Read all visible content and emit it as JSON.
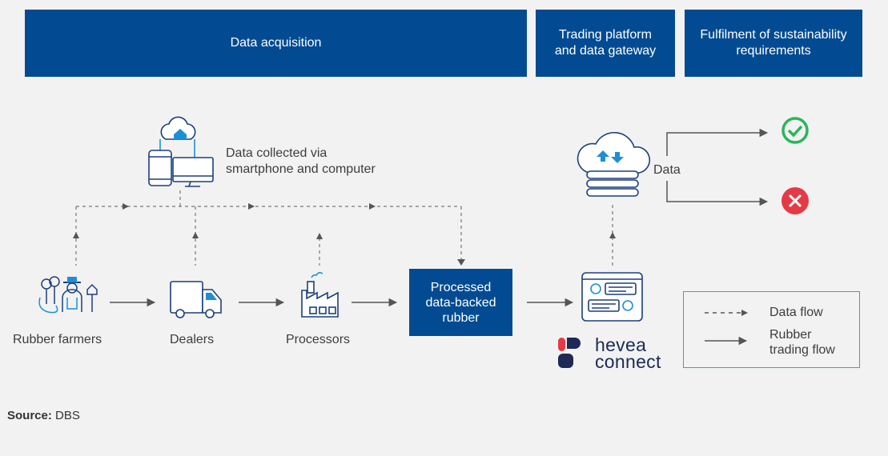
{
  "headers": {
    "acquisition": "Data acquisition",
    "platform": "Trading platform\nand data gateway",
    "sustainability": "Fulfilment of sustainability\nrequirements"
  },
  "collection_note": "Data collected via\nsmartphone and computer",
  "nodes": {
    "farmers": "Rubber farmers",
    "dealers": "Dealers",
    "processors": "Processors",
    "processed": "Processed\ndata-backed\nrubber"
  },
  "data_label": "Data",
  "brand": "hevea\nconnect",
  "legend": {
    "data_flow": "Data flow",
    "trading_flow": "Rubber\ntrading flow"
  },
  "source": {
    "label": "Source:",
    "value": "DBS"
  },
  "colors": {
    "navy": "#024b92",
    "accent": "#1d8fd6",
    "green": "#2bb55a",
    "red": "#e53a45",
    "arrow": "#555555"
  }
}
